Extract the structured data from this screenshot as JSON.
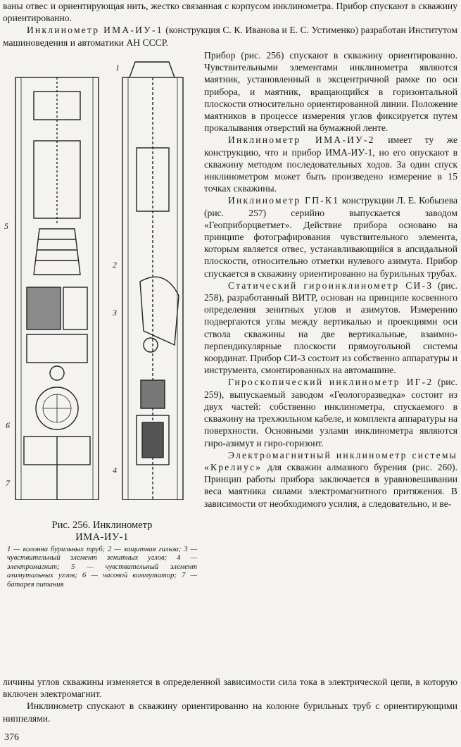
{
  "top": {
    "line1": "ваны отвес и ориентирующая нить, жестко связанная с корпусом инклинометра. Прибор спускают в скважину ориентированно.",
    "ima_iu1_title": "Инклинометр ИМА-ИУ-1",
    "ima_iu1_intro": "(конструкция С. К. Иванова и Е. С. Устименко) разработан Институтом машиноведения и автоматики АН СССР."
  },
  "right_column": {
    "p1_rest": "Прибор (рис. 256) спускают в скважину ориентированно. Чувствительными элементами инклинометра являются маятник, установленный в эксцентричной рамке по оси прибора, и маятник, вращающийся в горизонтальной плоскости относительно ориентированной линии. Положение маятников в процессе измерения углов фиксируется путем прокалывания отверстий на бумажной ленте.",
    "p2_title": "Инклинометр ИМА-ИУ-2",
    "p2_text": "имеет ту же конструкцию, что и прибор ИМА-ИУ-1, но его опускают в скважину методом последовательных ходов. За один спуск инклинометром может быть произведено измерение в 15 точках скважины.",
    "p3_title": "Инклинометр ГП-К1",
    "p3_text": "конструкции Л. Е. Кобызева (рис. 257) серийно выпускается заводом «Геоприборцветмет». Действие прибора основано на принципе фотографирования чувствительного элемента, которым является отвес, устанавливающийся в апсидальной плоскости, относительно отметки нулевого азимута. Прибор спускается в скважину ориентированно на бурильных трубах.",
    "p4_title": "Статический гироинклинометр СИ-3",
    "p4_text": "(рис. 258), разработанный ВИТР, основан на принципе косвенного определения зенитных углов и азимутов. Измерению подвергаются углы между вертикалью и проекциями оси ствола скважины на две вертикальные, взаимно-перпендикулярные плоскости прямоугольной системы координат. Прибор СИ-3 состоит из собственно аппаратуры и инструмента, смонтированных на автомашине.",
    "p5_title": "Гироскопический инклинометр ИГ-2",
    "p5_text": "(рис. 259), выпускаемый заводом «Геологоразведка» состоит из двух частей: собственно инклинометра, спускаемого в скважину на трехжильном кабеле, и комплекта аппаратуры на поверхности. Основными узлами инклинометра являются гиро-азимут и гиро-горизонт.",
    "p6_title": "Электромагнитный инклинометр системы «Крелиус»",
    "p6_text": "для скважин алмазного бурения (рис. 260). Принцип работы прибора заключается в уравновешивании веса маятника силами электромагнитного притяжения. В зависимости от необходимого усилия, а следовательно, и ве-"
  },
  "bottom": {
    "continuation": "личины углов скважины изменяется в определенной зависимости сила тока в электрической цепи, в которую включен электромагнит.",
    "last_paragraph": "Инклинометр спускают в скважину ориентированно на колонне бурильных труб с ориентирующими ниппелями."
  },
  "figure": {
    "labels": [
      "1",
      "2",
      "3",
      "4",
      "5",
      "6",
      "7"
    ]
  },
  "caption": {
    "title": "Рис. 256. Инклинометр",
    "name": "ИМА-ИУ-1",
    "legend": "1 — колонна бурильных труб; 2 — защитная гильза; 3 — чувствительный элемент зенитных углов; 4 — электромагнит; 5 — чувствительный элемент азимутальных углов; 6 — часовой коммутатор; 7 — батарея питания"
  },
  "page_number": "376"
}
